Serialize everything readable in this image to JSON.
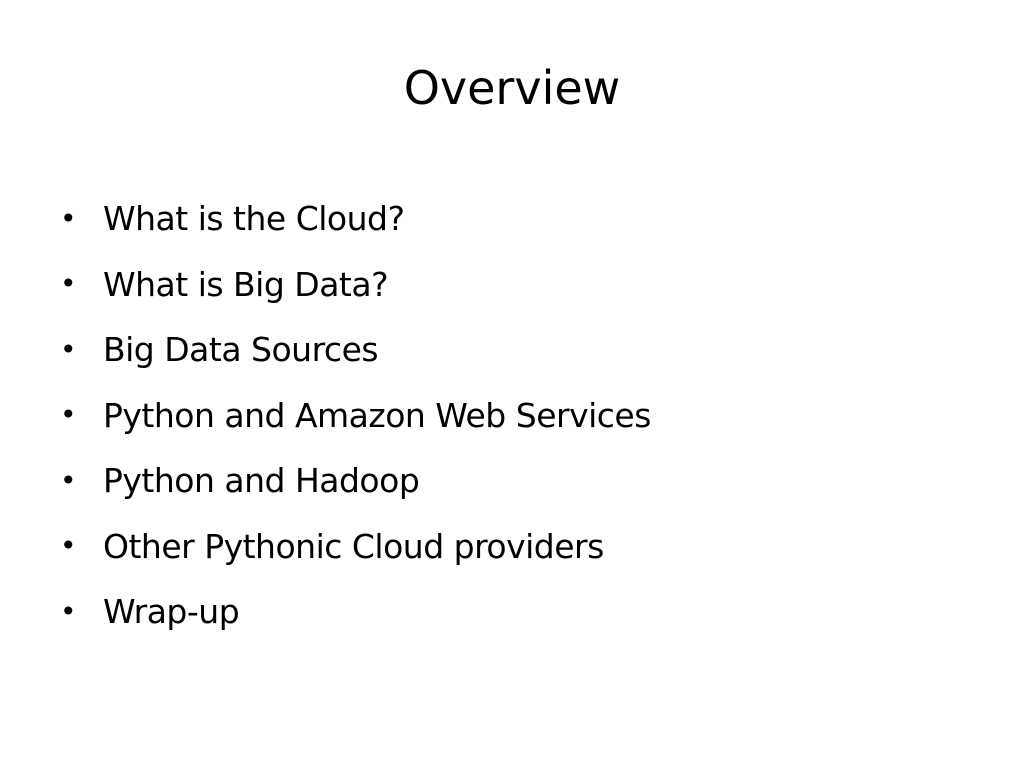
{
  "slide": {
    "title": "Overview",
    "bullet_glyph": "•",
    "items": [
      {
        "label": "What is the Cloud?"
      },
      {
        "label": "What is Big Data?"
      },
      {
        "label": "Big Data Sources"
      },
      {
        "label": "Python and Amazon Web Services"
      },
      {
        "label": "Python and Hadoop"
      },
      {
        "label": "Other Pythonic Cloud providers"
      },
      {
        "label": "Wrap-up"
      }
    ]
  }
}
